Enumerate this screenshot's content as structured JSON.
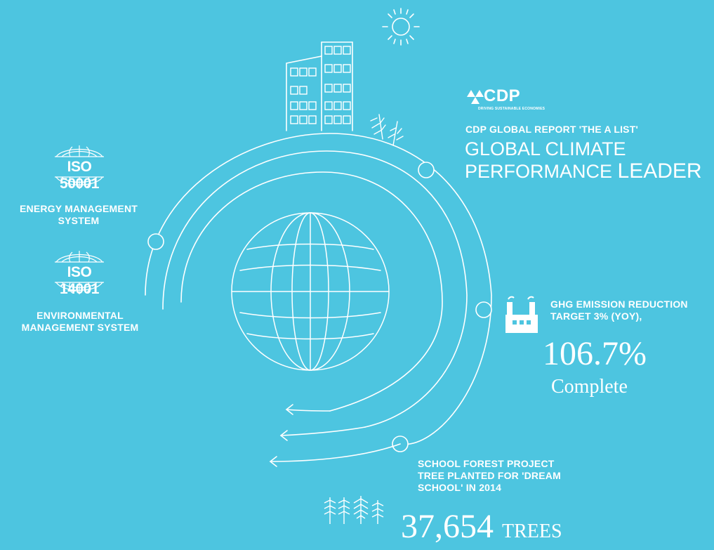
{
  "colors": {
    "background": "#4dc5e0",
    "foreground": "#ffffff"
  },
  "cdp": {
    "logo_text": "CDP",
    "logo_tagline": "DRIVING SUSTAINABLE ECONOMIES",
    "report_label": "CDP GLOBAL REPORT 'THE A LIST'",
    "headline_line1": "GLOBAL CLIMATE",
    "headline_line2_a": "PERFORMANCE",
    "headline_line2_b": "LEADER"
  },
  "iso_50001": {
    "badge": "ISO 50001",
    "caption_line1": "ENERGY MANAGEMENT",
    "caption_line2": "SYSTEM"
  },
  "iso_14001": {
    "badge": "ISO 14001",
    "caption_line1": "ENVIRONMENTAL",
    "caption_line2": "MANAGEMENT SYSTEM"
  },
  "ghg": {
    "label_line1": "GHG EMISSION REDUCTION",
    "label_line2": "TARGET 3% (YOY),",
    "value": "106.7%",
    "value_caption": "Complete",
    "icon": "factory-icon"
  },
  "forest": {
    "label_line1": "SCHOOL FOREST PROJECT",
    "label_line2": "TREE PLANTED FOR 'DREAM",
    "label_line3": "SCHOOL' IN 2014",
    "count": "37,654",
    "unit": "TREES",
    "icon": "trees-icon"
  },
  "illustration": {
    "icons": [
      "sun-icon",
      "building-icon",
      "tree-icon",
      "globe-icon"
    ]
  }
}
